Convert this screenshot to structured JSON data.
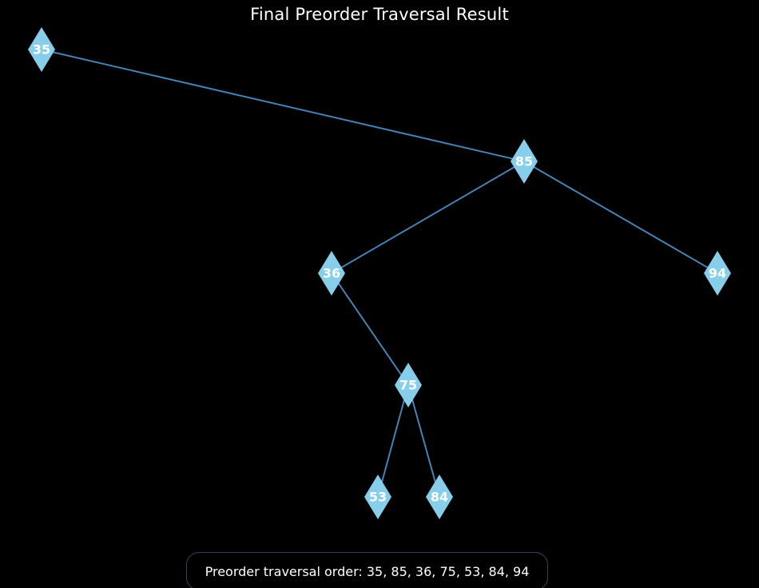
{
  "title": "Final Preorder Traversal Result",
  "colors": {
    "background": "#000000",
    "node_fill": "#87ceeb",
    "edge": "#4682b4",
    "text": "#ffffff"
  },
  "tree": {
    "nodes": [
      {
        "id": "35",
        "label": "35"
      },
      {
        "id": "85",
        "label": "85"
      },
      {
        "id": "36",
        "label": "36"
      },
      {
        "id": "94",
        "label": "94"
      },
      {
        "id": "75",
        "label": "75"
      },
      {
        "id": "53",
        "label": "53"
      },
      {
        "id": "84",
        "label": "84"
      }
    ],
    "edges": [
      {
        "from": "35",
        "to": "85"
      },
      {
        "from": "85",
        "to": "36"
      },
      {
        "from": "85",
        "to": "94"
      },
      {
        "from": "36",
        "to": "75"
      },
      {
        "from": "75",
        "to": "53"
      },
      {
        "from": "75",
        "to": "84"
      }
    ],
    "node_shape": "diamond"
  },
  "caption": "Preorder traversal order: 35, 85, 36, 75, 53, 84, 94"
}
